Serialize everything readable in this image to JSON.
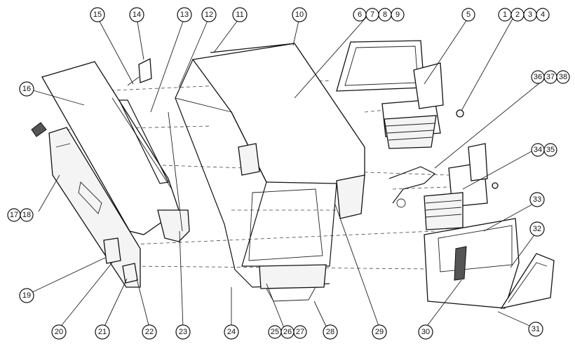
{
  "labels": [
    "1",
    "2",
    "3",
    "4",
    "5",
    "6",
    "7",
    "8",
    "9",
    "10",
    "11",
    "12",
    "13",
    "14",
    "15",
    "16",
    "17",
    "18",
    "19",
    "20",
    "21",
    "22",
    "23",
    "24",
    "25",
    "26",
    "27",
    "28",
    "29",
    "30",
    "31",
    "32",
    "33",
    "34",
    "35",
    "36",
    "37",
    "38"
  ]
}
